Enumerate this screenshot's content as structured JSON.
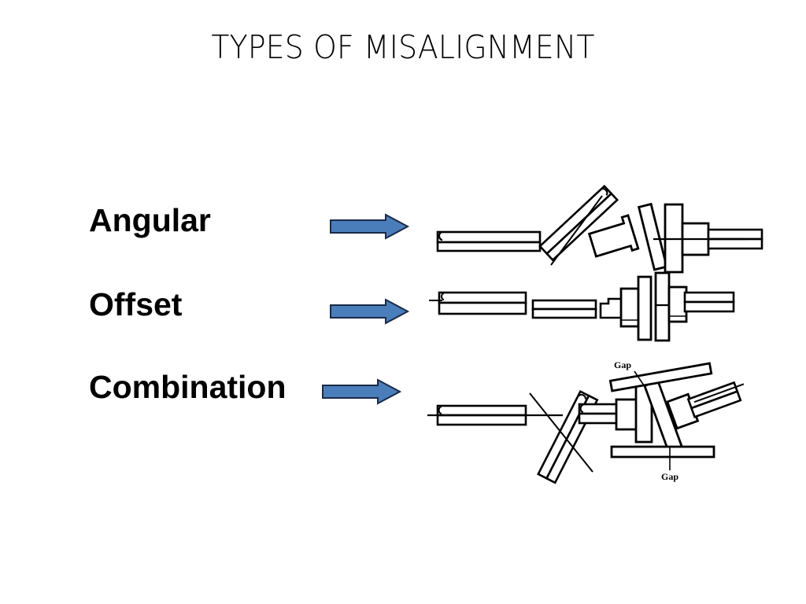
{
  "slide": {
    "title": "TYPES OF MISALIGNMENT",
    "background_color": "#FFFFFF",
    "title_color": "#000000"
  },
  "arrow": {
    "icon_name": "right-block-arrow-icon",
    "fill_color": "#4A7EBB",
    "outline_color": "#1F3864"
  },
  "rows": [
    {
      "id": "angular",
      "label": "Angular",
      "arrow_icon": "right-block-arrow-icon",
      "figure_name": "angular-misalignment-diagram",
      "annotations": []
    },
    {
      "id": "offset",
      "label": "Offset",
      "arrow_icon": "right-block-arrow-icon",
      "figure_name": "offset-misalignment-diagram",
      "annotations": []
    },
    {
      "id": "combination",
      "label": "Combination",
      "arrow_icon": "right-block-arrow-icon",
      "figure_name": "combination-misalignment-diagram",
      "annotations": [
        "Gap",
        "Gap"
      ]
    }
  ],
  "combination": {
    "gap_label_top": "Gap",
    "gap_label_bottom": "Gap"
  }
}
